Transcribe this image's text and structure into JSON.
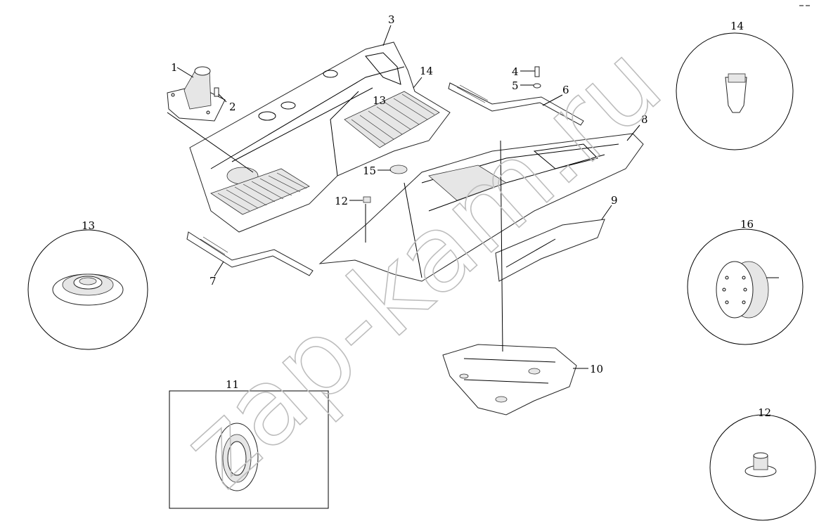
{
  "watermark": "zap-kam.ru",
  "callouts": {
    "c1": "1",
    "c2": "2",
    "c3": "3",
    "c4": "4",
    "c5": "5",
    "c6": "6",
    "c7": "7",
    "c8": "8",
    "c9": "9",
    "c10": "10",
    "c12": "12",
    "c13": "13",
    "c14": "14",
    "c15": "15"
  },
  "detail_views": {
    "d13": "13",
    "d14": "14",
    "d16": "16",
    "d11": "11",
    "d12": "12"
  }
}
